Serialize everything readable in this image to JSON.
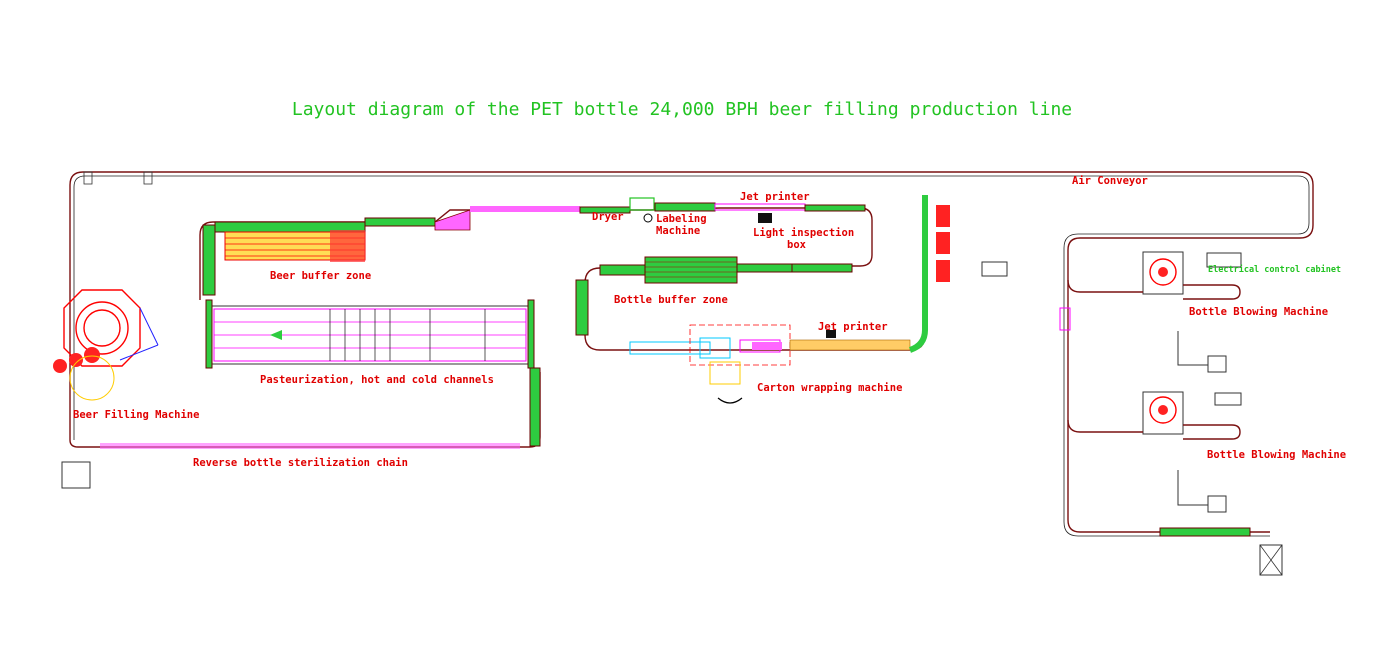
{
  "title": "Layout diagram of the PET bottle 24,000 BPH beer filling production line",
  "labels": {
    "air_conveyor": "Air Conveyor",
    "jet_printer_top": "Jet printer",
    "dryer": "Dryer",
    "labeling_machine_1": "Labeling",
    "labeling_machine_2": "Machine",
    "light_inspection_1": "Light inspection",
    "light_inspection_2": "box",
    "beer_buffer_zone": "Beer buffer zone",
    "bottle_buffer_zone": "Bottle buffer zone",
    "jet_printer_bottom": "Jet printer",
    "pasteurization": "Pasteurization, hot and cold channels",
    "carton_wrapping": "Carton wrapping machine",
    "beer_filling": "Beer Filling Machine",
    "reverse_sterilization": "Reverse bottle sterilization chain",
    "electrical_cabinet": "Electrical control cabinet",
    "bottle_blowing_1": "Bottle Blowing Machine",
    "bottle_blowing_2": "Bottle Blowing Machine"
  },
  "colors": {
    "title": "#22c322",
    "label": "#e00000",
    "rail": "#7a1010",
    "belt": "#2ecc40",
    "machine": "#ff0000",
    "pasteurizer": "#ff00ff",
    "packaging": "#00c8ff"
  }
}
